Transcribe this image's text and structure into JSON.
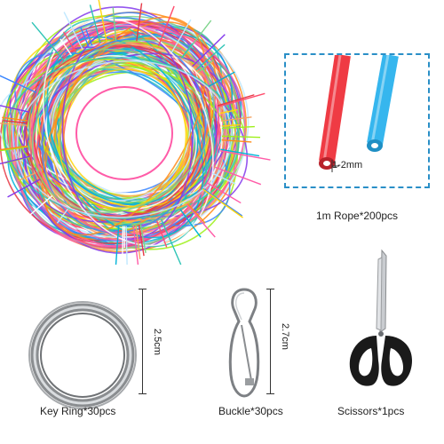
{
  "rope": {
    "caption": "1m Rope*200pcs",
    "diameter_label": "1-2mm",
    "colors": [
      "#e63946",
      "#ff8c1a",
      "#ffd60a",
      "#2ec4b6",
      "#3a86ff",
      "#8338ec",
      "#ff5ca8",
      "#7bd389",
      "#ffffff",
      "#bfe8ff",
      "#ff4d6d",
      "#9ef01a",
      "#00b4d8",
      "#f4a261"
    ],
    "tube_colors": [
      "#ef3b44",
      "#36b6ee"
    ]
  },
  "key_ring": {
    "caption": "Key Ring*30pcs",
    "size_label": "2.5cm"
  },
  "buckle": {
    "caption": "Buckle*30pcs",
    "size_label": "2.7cm"
  },
  "scissors": {
    "caption": "Scissors*1pcs",
    "handle_color": "#1a1a1a"
  }
}
